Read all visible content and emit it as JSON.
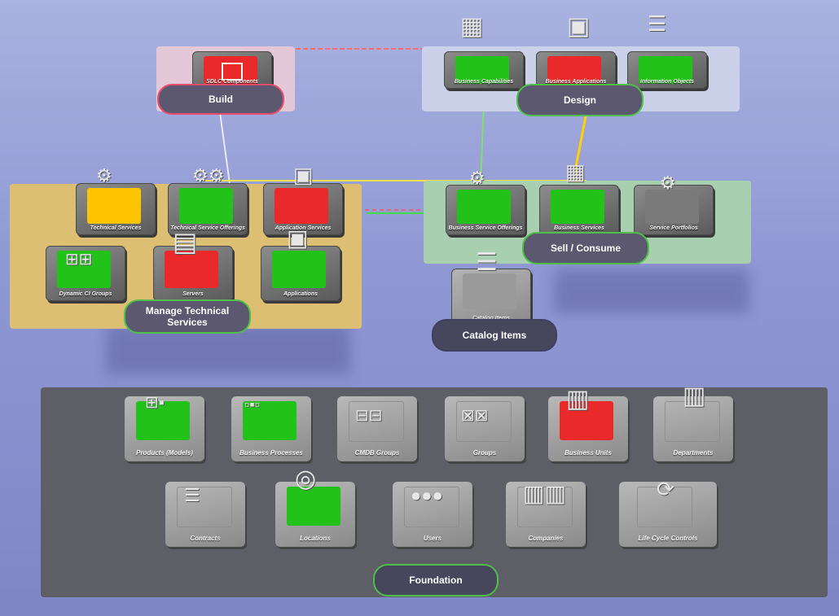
{
  "build": {
    "title": "Build",
    "tiles": [
      {
        "label": "SDLC Components",
        "color": "#ea2a2a",
        "icon": "logo-icon"
      }
    ]
  },
  "design": {
    "title": "Design",
    "tiles": [
      {
        "label": "Business Capabilities",
        "color": "#22c21a",
        "icon": "briefcase-icon"
      },
      {
        "label": "Business Applications",
        "color": "#ea2a2a",
        "icon": "application-icon"
      },
      {
        "label": "Information Objects",
        "color": "#22c21a",
        "icon": "document-icon"
      }
    ]
  },
  "manage": {
    "title_line1": "Manage Technical",
    "title_line2": "Services",
    "tiles": [
      {
        "label": "Technical Services",
        "color": "#ffc400",
        "icon": "gears-icon"
      },
      {
        "label": "Technical Service Offerings",
        "color": "#22c21a",
        "icon": "gears-icon"
      },
      {
        "label": "Application Services",
        "color": "#ea2a2a",
        "icon": "application-icon"
      },
      {
        "label": "Dynamic CI Groups",
        "color": "#22c21a",
        "icon": "network-icon"
      },
      {
        "label": "Servers",
        "color": "#ea2a2a",
        "icon": "server-icon"
      },
      {
        "label": "Applications",
        "color": "#22c21a",
        "icon": "application-icon"
      }
    ]
  },
  "sell": {
    "title": "Sell / Consume",
    "tiles": [
      {
        "label": "Business Service Offerings",
        "color": "#22c21a",
        "icon": "gears-icon"
      },
      {
        "label": "Business Services",
        "color": "#22c21a",
        "icon": "briefcase-icon"
      },
      {
        "label": "Service Portfolios",
        "color": "#7a7a7a",
        "icon": "gears-icon"
      }
    ]
  },
  "catalog": {
    "title": "Catalog Items",
    "tile_label": "Catalog Items"
  },
  "foundation": {
    "title": "Foundation",
    "row1": [
      {
        "label": "Products (Models)",
        "color": "#22c21a",
        "icon": "network-icon"
      },
      {
        "label": "Business Processes",
        "color": "#22c21a",
        "icon": "network-icon"
      },
      {
        "label": "CMDB Groups",
        "color": "none",
        "icon": "group-icon"
      },
      {
        "label": "Groups",
        "color": "none",
        "icon": "group-icon"
      },
      {
        "label": "Business Units",
        "color": "#ea2a2a",
        "icon": "building-icon"
      },
      {
        "label": "Departments",
        "color": "none",
        "icon": "building-icon"
      }
    ],
    "row2": [
      {
        "label": "Contracts",
        "color": "none",
        "icon": "document-icon"
      },
      {
        "label": "Locations",
        "color": "#22c21a",
        "icon": "ring-icon"
      },
      {
        "label": "Users",
        "color": "none",
        "icon": "users-icon"
      },
      {
        "label": "Companies",
        "color": "none",
        "icon": "building-icon"
      },
      {
        "label": "Life Cycle Controls",
        "color": "none",
        "icon": "cycle-icon"
      }
    ]
  }
}
